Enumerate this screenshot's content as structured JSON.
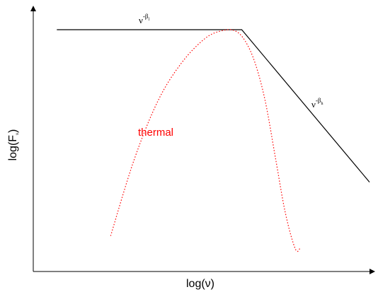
{
  "chart_data": {
    "type": "line",
    "title": "",
    "xlabel": "log(ν)",
    "ylabel": "log(F",
    "ylabel_sub": "ν",
    "xlim": [
      0,
      100
    ],
    "ylim": [
      0,
      100
    ],
    "grid": false,
    "series": [
      {
        "key": "broken-power-law",
        "color": "#000000",
        "style": "solid",
        "x": [
          7,
          62,
          100
        ],
        "y": [
          100,
          100,
          32
        ]
      },
      {
        "key": "thermal",
        "name": "thermal",
        "color": "#ff0000",
        "style": "dotted",
        "x": [
          23,
          30,
          37,
          44,
          51,
          56,
          60,
          63,
          66,
          69,
          72,
          75,
          78,
          79.5
        ],
        "y": [
          8,
          42,
          68,
          85,
          96,
          99.5,
          99.5,
          95,
          85,
          68,
          43,
          18,
          2,
          3
        ]
      }
    ],
    "annotations": [
      {
        "key": "low",
        "base": "ν",
        "sup": "-β",
        "sub": "l"
      },
      {
        "key": "high",
        "base": "ν",
        "sup": "-β",
        "sub": "h"
      }
    ]
  }
}
